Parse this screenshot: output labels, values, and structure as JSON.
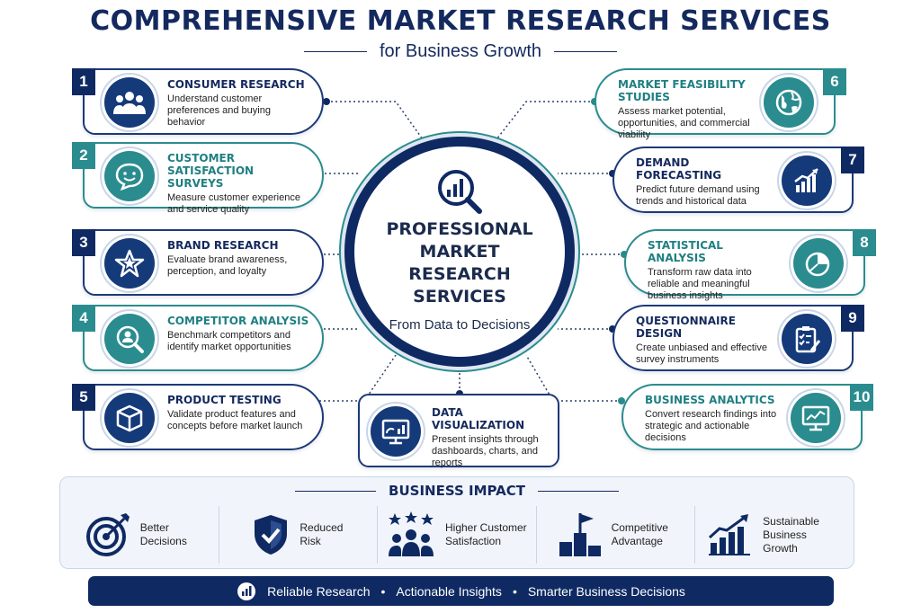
{
  "header": {
    "title": "COMPREHENSIVE MARKET RESEARCH SERVICES",
    "subtitle": "for Business Growth"
  },
  "center": {
    "title": "PROFESSIONAL MARKET RESEARCH SERVICES",
    "subtitle": "From Data to Decisions",
    "icon": "magnifier-chart-icon"
  },
  "services": [
    {
      "num": "1",
      "title": "CONSUMER RESEARCH",
      "desc": "Understand customer preferences and buying behavior",
      "icon": "people-icon",
      "color": "#153a7a"
    },
    {
      "num": "2",
      "title": "CUSTOMER SATISFACTION SURVEYS",
      "desc": "Measure customer experience and service quality",
      "icon": "smile-chat-icon",
      "color": "#2a8c8e"
    },
    {
      "num": "3",
      "title": "BRAND RESEARCH",
      "desc": "Evaluate brand awareness, perception, and loyalty",
      "icon": "star-icon",
      "color": "#153a7a"
    },
    {
      "num": "4",
      "title": "COMPETITOR ANALYSIS",
      "desc": "Benchmark competitors and identify market opportunities",
      "icon": "person-magnifier-icon",
      "color": "#2a8c8e"
    },
    {
      "num": "5",
      "title": "PRODUCT TESTING",
      "desc": "Validate product features and concepts before market launch",
      "icon": "box-icon",
      "color": "#153a7a"
    },
    {
      "num": "6",
      "title": "MARKET FEASIBILITY STUDIES",
      "desc": "Assess market potential, opportunities, and commercial viability",
      "icon": "globe-icon",
      "color": "#2a8c8e"
    },
    {
      "num": "7",
      "title": "DEMAND FORECASTING",
      "desc": "Predict future demand using trends and historical data",
      "icon": "bar-growth-icon",
      "color": "#153a7a"
    },
    {
      "num": "8",
      "title": "STATISTICAL ANALYSIS",
      "desc": "Transform raw data into reliable and meaningful business insights",
      "icon": "pie-chart-icon",
      "color": "#2a8c8e"
    },
    {
      "num": "9",
      "title": "QUESTIONNAIRE DESIGN",
      "desc": "Create unbiased and effective survey instruments",
      "icon": "clipboard-icon",
      "color": "#153a7a"
    },
    {
      "num": "10",
      "title": "BUSINESS ANALYTICS",
      "desc": "Convert research findings into strategic and actionable decisions",
      "icon": "monitor-chart-icon",
      "color": "#2a8c8e"
    }
  ],
  "data_visualization": {
    "title": "DATA VISUALIZATION",
    "desc": "Present insights through dashboards, charts, and reports",
    "icon": "dashboard-icon"
  },
  "impact": {
    "heading": "BUSINESS IMPACT",
    "items": [
      {
        "label": "Better Decisions",
        "icon": "target-icon"
      },
      {
        "label": "Reduced Risk",
        "icon": "shield-check-icon"
      },
      {
        "label": "Higher Customer Satisfaction",
        "icon": "team-stars-icon"
      },
      {
        "label": "Competitive Advantage",
        "icon": "podium-flag-icon"
      },
      {
        "label": "Sustainable Business Growth",
        "icon": "growth-chart-icon"
      }
    ]
  },
  "footer": {
    "items": [
      "Reliable Research",
      "Actionable Insights",
      "Smarter Business Decisions"
    ],
    "icon": "chart-icon"
  },
  "colors": {
    "navy": "#0f2a63",
    "teal": "#2a8c8e"
  }
}
